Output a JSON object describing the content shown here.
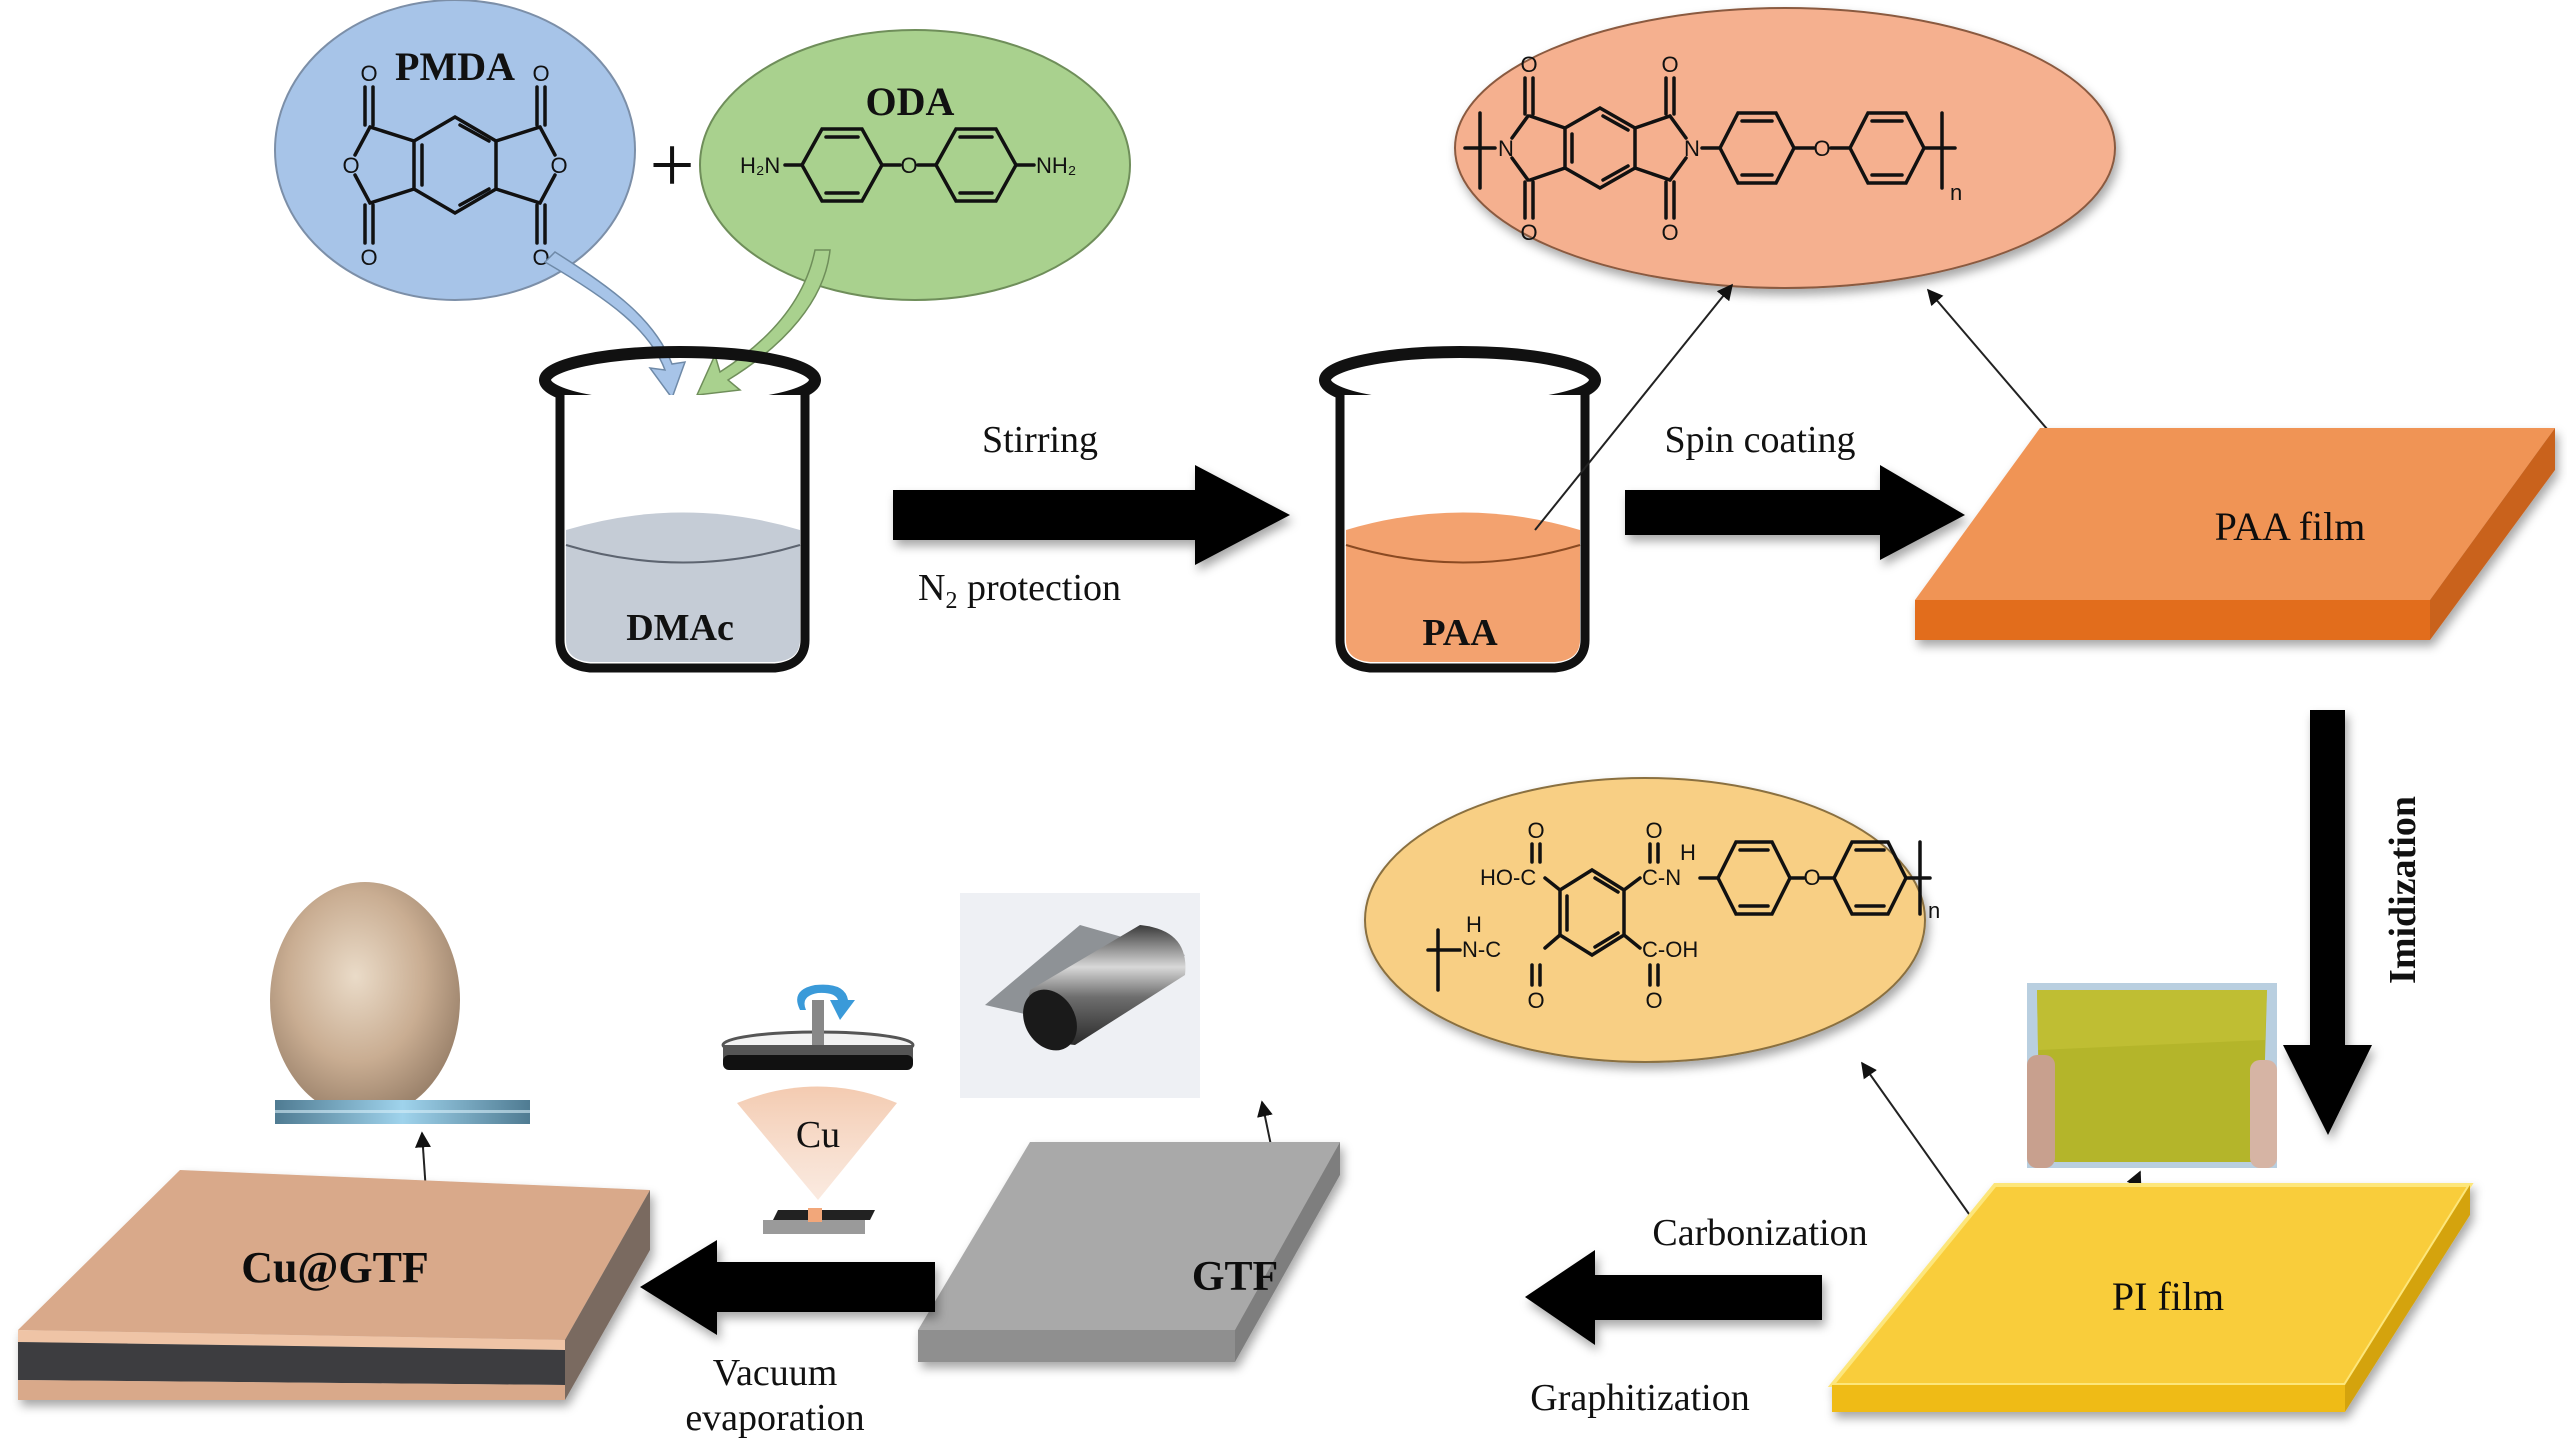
{
  "diagram": {
    "type": "process-flow",
    "reactants": {
      "pmda": {
        "label": "PMDA",
        "color": "#a7c4e8"
      },
      "plus": "+",
      "oda": {
        "label": "ODA",
        "color": "#a9d18e",
        "left_group": "H₂N",
        "right_group": "NH₂",
        "bridge": "O"
      }
    },
    "beakers": [
      {
        "id": "dmac",
        "label": "DMAc",
        "liquid_color": "#c5ccd6"
      },
      {
        "id": "paa",
        "label": "PAA",
        "liquid_color": "#f3a26f"
      }
    ],
    "steps": [
      {
        "id": "step1",
        "top_label": "Stirring",
        "bottom_label_main": "N",
        "bottom_label_sub": "2",
        "bottom_label_rest": " protection",
        "direction": "right"
      },
      {
        "id": "step2",
        "top_label": "Spin coating",
        "direction": "right"
      },
      {
        "id": "step3",
        "side_label": "Imidization",
        "direction": "down"
      },
      {
        "id": "step4",
        "top_label": "Carbonization",
        "bottom_label": "Graphitization",
        "direction": "left"
      },
      {
        "id": "step5",
        "bottom_label_line1": "Vacuum",
        "bottom_label_line2": "evaporation",
        "direction": "left"
      }
    ],
    "structures": {
      "polyimide": {
        "color": "#f5b08f",
        "atoms": {
          "n1": "N",
          "n2": "N",
          "o": "O",
          "carbonyl": "O",
          "repeat": "n"
        }
      },
      "polyamic_acid": {
        "color": "#f8cf84",
        "groups": {
          "ho": "HO",
          "oh": "OH",
          "nh_top": "H",
          "n_top": "N",
          "nh_bot": "H",
          "n_bot": "N",
          "c": "C",
          "o": "O",
          "ether": "O",
          "repeat": "n"
        }
      }
    },
    "films": [
      {
        "id": "paa-film",
        "label": "PAA film",
        "color": "#ef8a44"
      },
      {
        "id": "pi-film",
        "label": "PI film",
        "color": "#f7c52a"
      },
      {
        "id": "gtf-film",
        "label": "GTF",
        "color": "#a9a9a9"
      },
      {
        "id": "cu-gtf-film",
        "label": "Cu@GTF",
        "color": "#d9a98a"
      }
    ],
    "evaporator": {
      "label": "Cu",
      "plume_color": "#f2c5a8",
      "rotation_color": "#3a9ad9"
    },
    "photos": [
      {
        "id": "pi-photo",
        "subject": "yellow PI film held by hands"
      },
      {
        "id": "gtf-photo",
        "subject": "rolled graphite film"
      },
      {
        "id": "cu-gtf-photo",
        "subject": "circular Cu@GTF sample on ruler"
      }
    ]
  }
}
